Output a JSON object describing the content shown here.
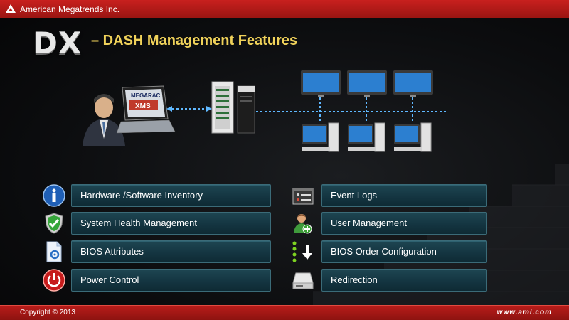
{
  "header": {
    "company": "American Megatrends Inc."
  },
  "title": {
    "logo_text": "DX",
    "subtitle": "– DASH Management Features"
  },
  "diagram": {
    "console_brand": "MEGARAC",
    "console_product": "XMS"
  },
  "features_left": [
    {
      "label": "Hardware /Software Inventory",
      "icon": "info-icon"
    },
    {
      "label": "System Health Management",
      "icon": "shield-check-icon"
    },
    {
      "label": "BIOS  Attributes",
      "icon": "settings-page-icon"
    },
    {
      "label": "Power Control",
      "icon": "power-icon"
    }
  ],
  "features_right": [
    {
      "label": "Event Logs",
      "icon": "event-log-icon"
    },
    {
      "label": "User Management",
      "icon": "user-add-icon"
    },
    {
      "label": "BIOS  Order Configuration",
      "icon": "boot-order-icon"
    },
    {
      "label": "Redirection",
      "icon": "drive-icon"
    }
  ],
  "footer": {
    "copyright": "Copyright © 2013",
    "url": "www.ami.com"
  },
  "colors": {
    "brand_red": "#c8201e",
    "title_yellow": "#f0d25a",
    "button_teal": "#1e4652",
    "link_blue": "#5fb8ff"
  }
}
